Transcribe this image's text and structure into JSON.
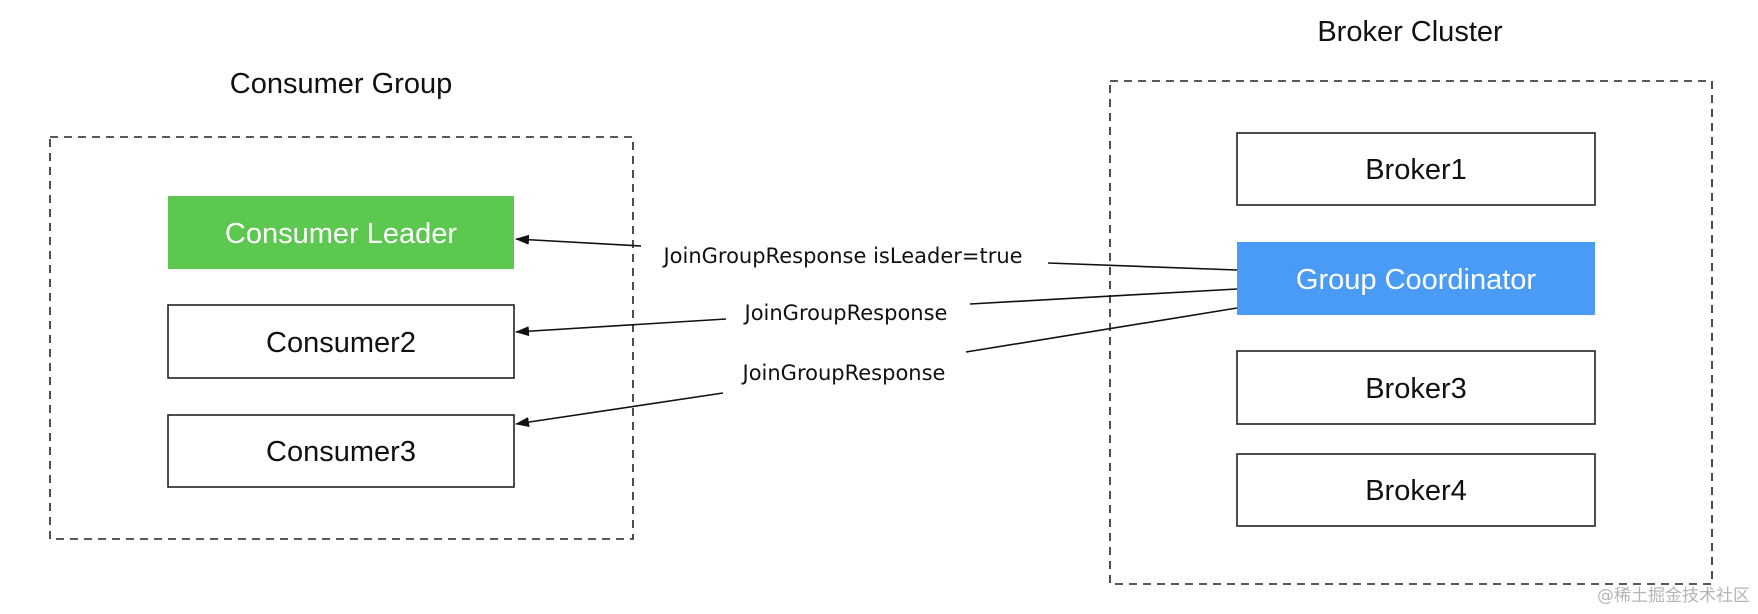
{
  "consumer_group": {
    "title": "Consumer Group",
    "members": [
      {
        "label": "Consumer Leader"
      },
      {
        "label": "Consumer2"
      },
      {
        "label": "Consumer3"
      }
    ]
  },
  "broker_cluster": {
    "title": "Broker Cluster",
    "brokers": [
      {
        "label": "Broker1"
      },
      {
        "label": "Group Coordinator"
      },
      {
        "label": "Broker3"
      },
      {
        "label": "Broker4"
      }
    ]
  },
  "messages": [
    {
      "label": "JoinGroupResponse isLeader=true"
    },
    {
      "label": "JoinGroupResponse"
    },
    {
      "label": "JoinGroupResponse"
    }
  ],
  "colors": {
    "leader": "#5cc84f",
    "coordinator": "#4a9bf5"
  },
  "watermark": "@稀土掘金技术社区"
}
